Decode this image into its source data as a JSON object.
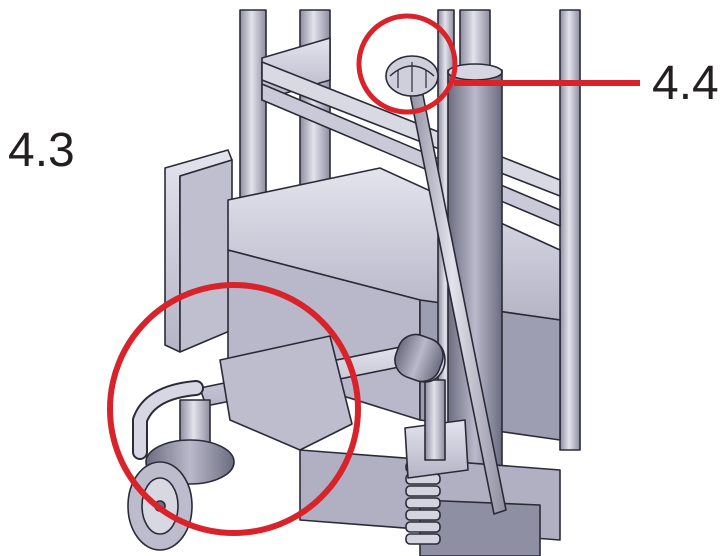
{
  "labels": {
    "left": "4.3",
    "right": "4.4"
  },
  "colors": {
    "callout": "#d8232a",
    "metal_light": "#d6d6e2",
    "metal_mid": "#a9a9bb",
    "metal_dark": "#6f6f82",
    "outline": "#2b2b38",
    "text": "#231f20"
  },
  "icons": {
    "callout_left": "caster-wheel-callout-circle",
    "callout_right": "handle-knob-callout-circle"
  }
}
